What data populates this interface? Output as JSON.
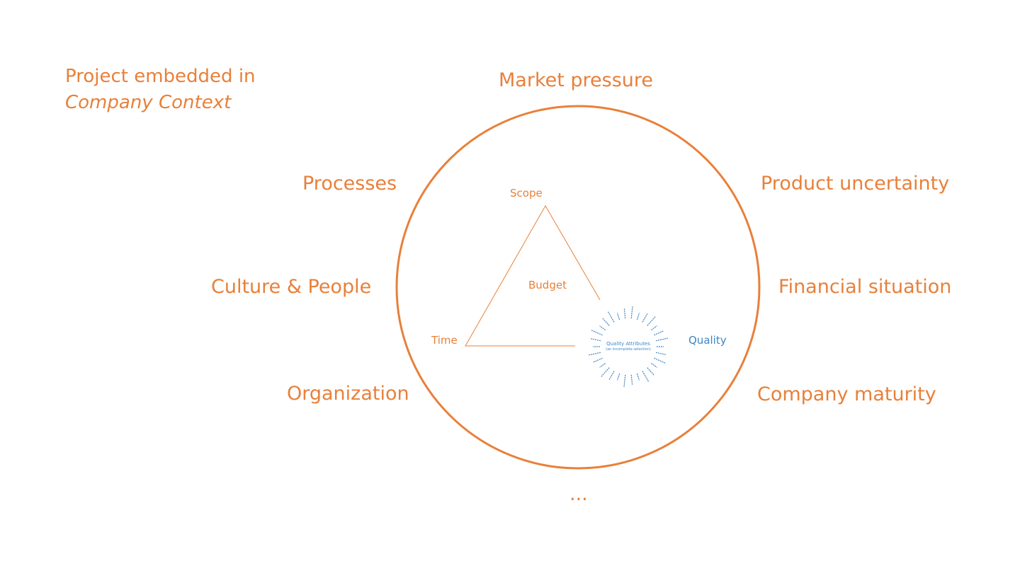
{
  "title": {
    "line1": "Project embedded in",
    "line2": "Company Context"
  },
  "factors": {
    "market_pressure": "Market pressure",
    "product_uncertainty": "Product uncertainty",
    "financial_situation": "Financial situation",
    "company_maturity": "Company maturity",
    "processes": "Processes",
    "culture_people": "Culture & People",
    "organization": "Organization",
    "more": "..."
  },
  "triangle": {
    "scope": "Scope",
    "budget": "Budget",
    "time": "Time",
    "quality": "Quality"
  },
  "quality_cluster": {
    "center_line1": "Quality Attributes",
    "center_line2": "(an incomplete selection)"
  },
  "colors": {
    "accent": "#E8803A",
    "quality": "#3C86C4"
  }
}
